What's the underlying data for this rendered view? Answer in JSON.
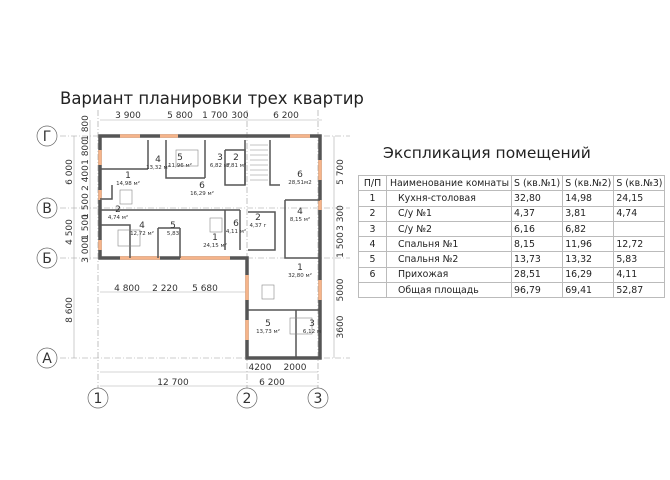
{
  "title": "Вариант планировки трех квартир",
  "explication": {
    "title": "Экспликация помещений",
    "headers": [
      "П/П",
      "Наименование комнаты",
      "S (кв.№1)",
      "S (кв.№2)",
      "S (кв.№3)"
    ],
    "rows": [
      [
        "1",
        "Кухня-столовая",
        "32,80",
        "14,98",
        "24,15"
      ],
      [
        "2",
        "С/у №1",
        "4,37",
        "3,81",
        "4,74"
      ],
      [
        "3",
        "С/у №2",
        "6,16",
        "6,82",
        ""
      ],
      [
        "4",
        "Спальня №1",
        "8,15",
        "11,96",
        "12,72"
      ],
      [
        "5",
        "Спальня №2",
        "13,73",
        "13,32",
        "5,83"
      ],
      [
        "6",
        "Прихожая",
        "28,51",
        "16,29",
        "4,11"
      ],
      [
        "",
        "Общая площадь",
        "96,79",
        "69,41",
        "52,87"
      ]
    ]
  },
  "plan": {
    "axes_letters": [
      "Г",
      "В",
      "Б",
      "А"
    ],
    "axes_numbers": [
      "1",
      "2",
      "3"
    ],
    "rooms": [
      {
        "num": "1",
        "area": "14,98 м²"
      },
      {
        "num": "4",
        "area": "13,32 м²"
      },
      {
        "num": "5",
        "area": "11,96 м²"
      },
      {
        "num": "3",
        "area": "6,82 м²"
      },
      {
        "num": "2",
        "area": "3,81 м²"
      },
      {
        "num": "6",
        "area": "16,29 м²"
      },
      {
        "num": "6",
        "area": "28,51м2"
      },
      {
        "num": "2",
        "area": "4,74 м²"
      },
      {
        "num": "4",
        "area": "12,72 м²"
      },
      {
        "num": "5",
        "area": "5,83"
      },
      {
        "num": "1",
        "area": "24,15 м²"
      },
      {
        "num": "6",
        "area": "4,11 м²"
      },
      {
        "num": "2",
        "area": "4,37 г"
      },
      {
        "num": "4",
        "area": "8,15 м²"
      },
      {
        "num": "1",
        "area": "32,80 м²"
      },
      {
        "num": "5",
        "area": "13,73 м²"
      },
      {
        "num": "3",
        "area": "6,12 м"
      }
    ],
    "dims_top": [
      "3 900",
      "5 800",
      "1 700",
      "300",
      "6 200"
    ],
    "dims_left_inner": [
      "1 800",
      "1 800",
      "2 400",
      "1 500",
      "1 500",
      "3 000"
    ],
    "dims_left_outer": [
      "6 000",
      "4 500",
      "8 600"
    ],
    "dims_right": [
      "5 700",
      "3 300",
      "1 500",
      "5000",
      "3600"
    ],
    "dims_middle": [
      "4 800",
      "2 220",
      "5 680"
    ],
    "dims_bottom_inner": [
      "4200",
      "2000"
    ],
    "dims_bottom_outer": [
      "12 700",
      "6 200"
    ],
    "colors": {
      "wall": "#555555",
      "window": "#f5b48a",
      "grid": "#999999"
    }
  }
}
